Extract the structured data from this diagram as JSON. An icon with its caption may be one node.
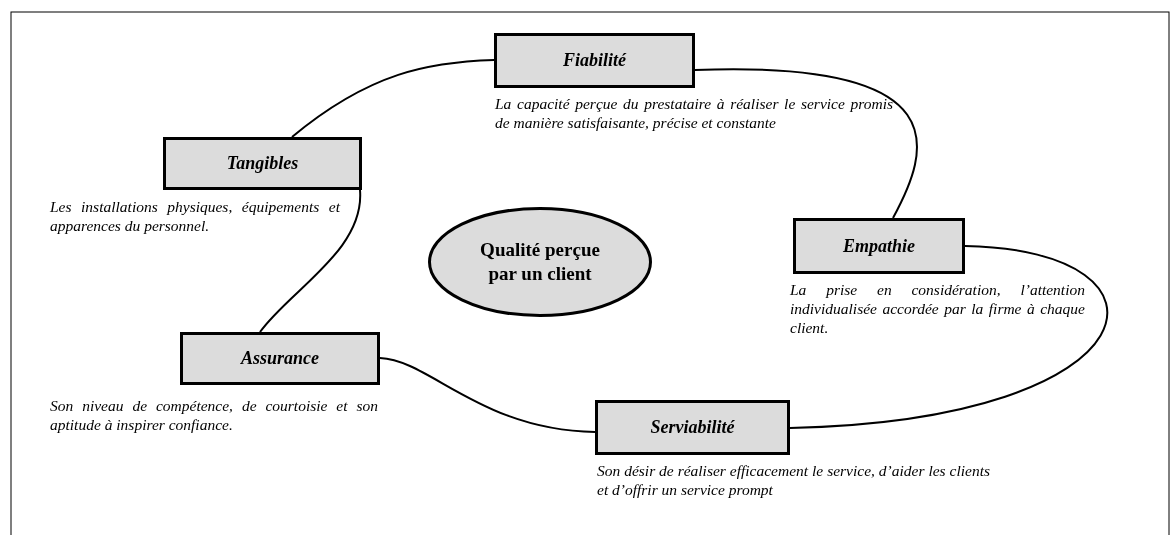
{
  "diagram": {
    "nodes": [
      {
        "text": [
          "Fiabilité"
        ],
        "beside": [
          "La capacité perçue du prestataire à réaliser le service promis de manière satisfaisante, précise et constante"
        ]
      },
      {
        "text": [
          "Tangibles"
        ],
        "beside": [
          "Les installations physiques, équipements et apparences du personnel."
        ]
      },
      {
        "text": [
          "Qualité perçue par un client"
        ]
      },
      {
        "text": [
          "Empathie"
        ],
        "beside": [
          "La prise en considération, l’attention individualisée accordée par la firme à chaque client."
        ]
      },
      {
        "text": [
          "Assurance"
        ],
        "beside": [
          "Son niveau de compétence, de courtoisie et son aptitude à inspirer confiance."
        ]
      },
      {
        "text": [
          "Serviabilité"
        ],
        "beside": [
          "Son désir de réaliser efficacement le service, d’aider les clients et d’offrir un service prompt"
        ]
      }
    ],
    "edges": [
      {
        "from": 1,
        "to": 0,
        "arrow": "none"
      },
      {
        "from": 0,
        "to": 3,
        "arrow": "none"
      },
      {
        "from": 3,
        "to": 5,
        "arrow": "none"
      },
      {
        "from": 5,
        "to": 4,
        "arrow": "none"
      },
      {
        "from": 4,
        "to": 1,
        "arrow": "none"
      }
    ]
  }
}
